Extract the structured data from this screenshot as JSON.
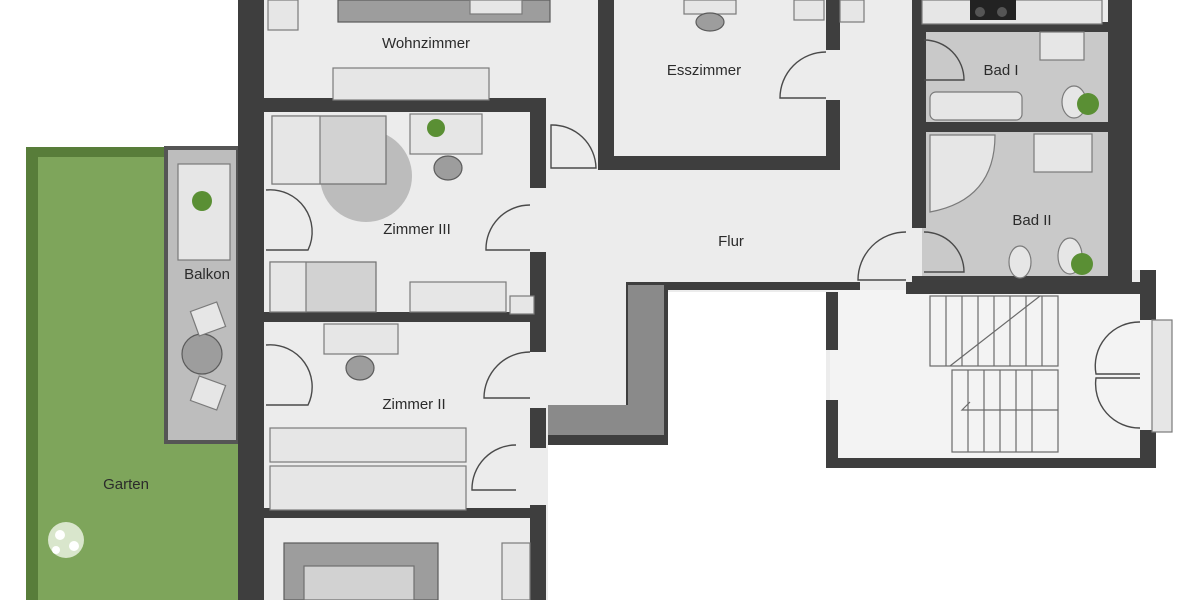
{
  "plan": {
    "colors": {
      "floor": "#ececec",
      "floor_light": "#f3f3f3",
      "tile": "#c9c9c9",
      "wall": "#3e3e3e",
      "garden": "#7ea55b",
      "garden_dark": "#587d3a",
      "balcony": "#bdbdbd",
      "rug": "#bcbcbc"
    },
    "rooms": {
      "wohnzimmer": "Wohnzimmer",
      "esszimmer": "Esszimmer",
      "bad1": "Bad I",
      "bad2": "Bad II",
      "zimmer3": "Zimmer III",
      "zimmer2": "Zimmer II",
      "flur": "Flur",
      "balkon": "Balkon",
      "garten": "Garten"
    }
  }
}
